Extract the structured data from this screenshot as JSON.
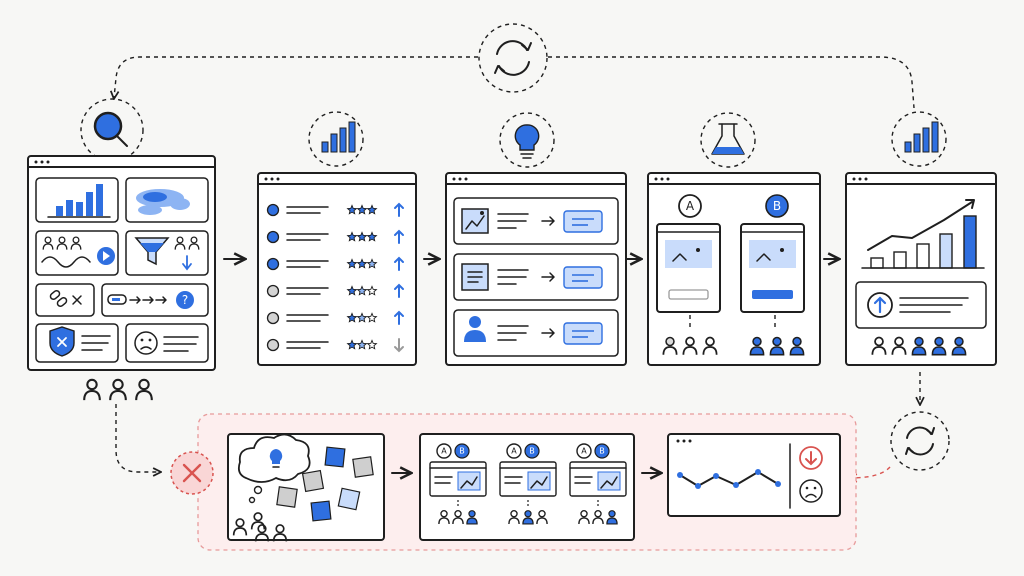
{
  "colors": {
    "accent": "#2f6fe0",
    "accent_light": "#c9dcfb",
    "ink": "#1f1f1f",
    "background": "#f7f7f5",
    "failure_tint": "#fdeeee",
    "failure_stroke": "#e79a9a",
    "failure_red": "#d9534f"
  },
  "stages": [
    {
      "id": "research",
      "badge_icon": "magnifier-icon"
    },
    {
      "id": "prioritize",
      "badge_icon": "bar-chart-icon"
    },
    {
      "id": "hypothesize",
      "badge_icon": "lightbulb-icon"
    },
    {
      "id": "experiment",
      "badge_icon": "flask-icon"
    },
    {
      "id": "measure",
      "badge_icon": "bar-chart-icon"
    }
  ],
  "loop_icon": "refresh-cycle-icon",
  "ab_test": {
    "variant_a": "A",
    "variant_b": "B"
  },
  "prioritize_list": {
    "star_ratings": [
      3,
      3,
      2.5,
      1.5,
      1.5,
      1.5
    ],
    "trends": [
      "up",
      "up",
      "up",
      "up",
      "up",
      "down"
    ]
  },
  "failure_path": {
    "icon": "x-mark-icon",
    "result_icon": "down-arrow-icon",
    "mood_icon": "sad-face-icon"
  }
}
